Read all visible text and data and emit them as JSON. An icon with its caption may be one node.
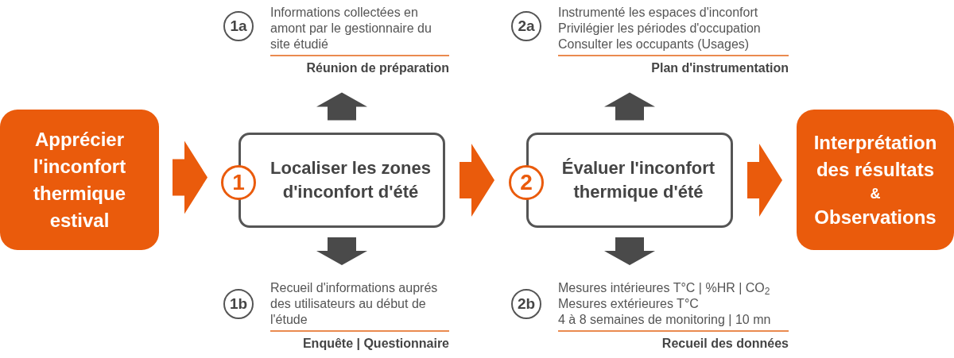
{
  "diagram": {
    "nodes": [
      {
        "text": [
          "Apprécier l'inconfort thermique estival"
        ]
      },
      {
        "text": [
          "1"
        ]
      },
      {
        "text": [
          "Localiser les zones d'inconfort d'été"
        ]
      },
      {
        "text": [
          "2"
        ]
      },
      {
        "text": [
          "Évaluer l'inconfort thermique d'été"
        ]
      },
      {
        "text": [
          "Interprétation des résultats",
          "&",
          "Observations"
        ]
      },
      {
        "text": [
          "1a"
        ]
      },
      {
        "text": [
          "Informations collectées en amont par le gestionnaire du site étudié",
          "Réunion de préparation"
        ]
      },
      {
        "text": [
          "1b"
        ]
      },
      {
        "text": [
          "Recueil d'informations auprés des utilisateurs au début de l'étude",
          "Enquête | Questionnaire"
        ]
      },
      {
        "text": [
          "2a"
        ]
      },
      {
        "text": [
          "Instrumenté les espaces d'inconfort",
          "Privilégier les périodes d'occupation",
          "Consulter les occupants (Usages)",
          "Plan d'instrumentation"
        ]
      },
      {
        "text": [
          "2b"
        ]
      },
      {
        "text": [
          "Mesures intérieures T°C | %HR | CO$_{2}$",
          "Mesures extérieures T°C",
          "4 à 8 semaines de monitoring | 10 mn",
          "Recueil des données"
        ]
      }
    ],
    "edges": [
      {
        "from": 0,
        "to": 2,
        "arrow": "to",
        "style": "thick",
        "color": "#ea5b0c"
      },
      {
        "from": 2,
        "to": 4,
        "arrow": "to",
        "style": "thick",
        "color": "#ea5b0c"
      },
      {
        "from": 4,
        "to": 5,
        "arrow": "to",
        "style": "thick",
        "color": "#ea5b0c"
      },
      {
        "from": 2,
        "to": 7,
        "arrow": "to",
        "style": "thick"
      },
      {
        "from": 2,
        "to": 9,
        "arrow": "to",
        "style": "thick"
      },
      {
        "from": 4,
        "to": 11,
        "arrow": "to",
        "style": "thick"
      },
      {
        "from": 4,
        "to": 13,
        "arrow": "to",
        "style": "thick"
      }
    ]
  }
}
